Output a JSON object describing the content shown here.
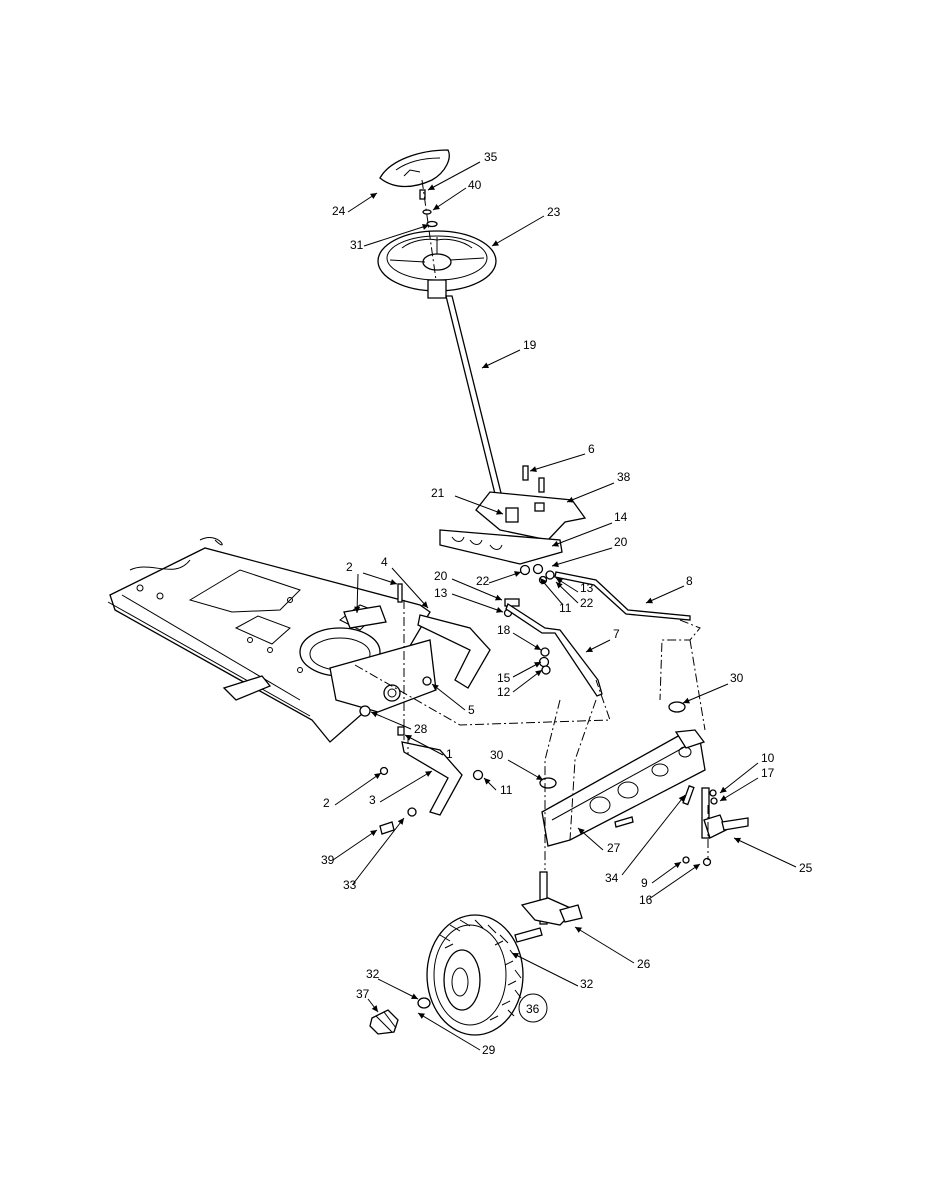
{
  "callouts": [
    {
      "id": "c35",
      "text": "35"
    },
    {
      "id": "c24",
      "text": "24"
    },
    {
      "id": "c40",
      "text": "40"
    },
    {
      "id": "c31",
      "text": "31"
    },
    {
      "id": "c23",
      "text": "23"
    },
    {
      "id": "c19",
      "text": "19"
    },
    {
      "id": "c6",
      "text": "6"
    },
    {
      "id": "c38",
      "text": "38"
    },
    {
      "id": "c21",
      "text": "21"
    },
    {
      "id": "c14",
      "text": "14"
    },
    {
      "id": "c20a",
      "text": "20"
    },
    {
      "id": "c22a",
      "text": "22"
    },
    {
      "id": "c20b",
      "text": "20"
    },
    {
      "id": "c13a",
      "text": "13"
    },
    {
      "id": "c11a",
      "text": "11"
    },
    {
      "id": "c13b",
      "text": "13"
    },
    {
      "id": "c22b",
      "text": "22"
    },
    {
      "id": "c8",
      "text": "8"
    },
    {
      "id": "c2a",
      "text": "2"
    },
    {
      "id": "c4",
      "text": "4"
    },
    {
      "id": "c18",
      "text": "18"
    },
    {
      "id": "c7",
      "text": "7"
    },
    {
      "id": "c15",
      "text": "15"
    },
    {
      "id": "c12",
      "text": "12"
    },
    {
      "id": "c5",
      "text": "5"
    },
    {
      "id": "c28",
      "text": "28"
    },
    {
      "id": "c30a",
      "text": "30"
    },
    {
      "id": "c1",
      "text": "1"
    },
    {
      "id": "c30b",
      "text": "30"
    },
    {
      "id": "c10",
      "text": "10"
    },
    {
      "id": "c17",
      "text": "17"
    },
    {
      "id": "c2b",
      "text": "2"
    },
    {
      "id": "c3",
      "text": "3"
    },
    {
      "id": "c11b",
      "text": "11"
    },
    {
      "id": "c39",
      "text": "39"
    },
    {
      "id": "c33",
      "text": "33"
    },
    {
      "id": "c27",
      "text": "27"
    },
    {
      "id": "c34",
      "text": "34"
    },
    {
      "id": "c9",
      "text": "9"
    },
    {
      "id": "c16",
      "text": "16"
    },
    {
      "id": "c25",
      "text": "25"
    },
    {
      "id": "c26",
      "text": "26"
    },
    {
      "id": "c32a",
      "text": "32"
    },
    {
      "id": "c32b",
      "text": "32"
    },
    {
      "id": "c37",
      "text": "37"
    },
    {
      "id": "c29",
      "text": "29"
    },
    {
      "id": "c36",
      "text": "36"
    }
  ]
}
